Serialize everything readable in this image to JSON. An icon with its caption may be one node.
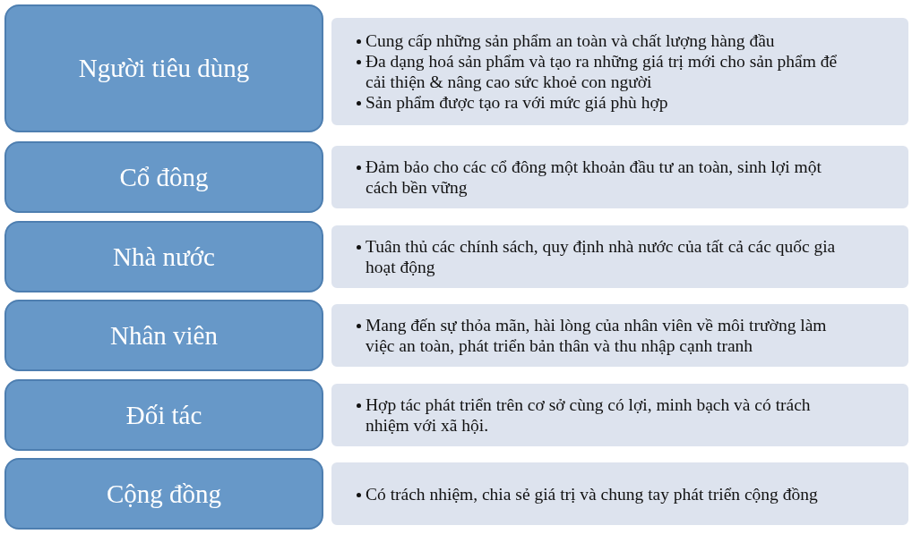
{
  "diagram": {
    "nodes": [
      {
        "text": [
          "Người tiêu dùng"
        ]
      },
      {
        "text": [
          "Cung cấp những sản phẩm an toàn và chất lượng hàng đầu",
          "Đa dạng hoá sản phẩm và tạo ra những giá trị mới cho sản phẩm để cải thiện & nâng cao sức khoẻ con người",
          "Sản phẩm được tạo ra với mức giá phù hợp"
        ]
      },
      {
        "text": [
          "Cổ đông"
        ]
      },
      {
        "text": [
          "Đảm bảo cho các cổ đông một khoản đầu tư an toàn, sinh lợi một cách bền vững"
        ]
      },
      {
        "text": [
          "Nhà nước"
        ]
      },
      {
        "text": [
          "Tuân thủ các chính sách, quy định nhà nước của tất cả các quốc gia hoạt động"
        ]
      },
      {
        "text": [
          "Nhân viên"
        ]
      },
      {
        "text": [
          "Mang đến sự thỏa mãn, hài lòng của nhân viên về môi trường làm việc an toàn, phát triển bản thân và thu nhập cạnh tranh"
        ]
      },
      {
        "text": [
          "Đối tác"
        ]
      },
      {
        "text": [
          "Hợp tác phát triển trên cơ sở cùng có lợi, minh bạch và có trách nhiệm với xã hội."
        ]
      },
      {
        "text": [
          "Cộng đồng"
        ]
      },
      {
        "text": [
          "Có trách nhiệm, chia sẻ giá trị và chung tay phát triển cộng đồng"
        ]
      }
    ]
  }
}
